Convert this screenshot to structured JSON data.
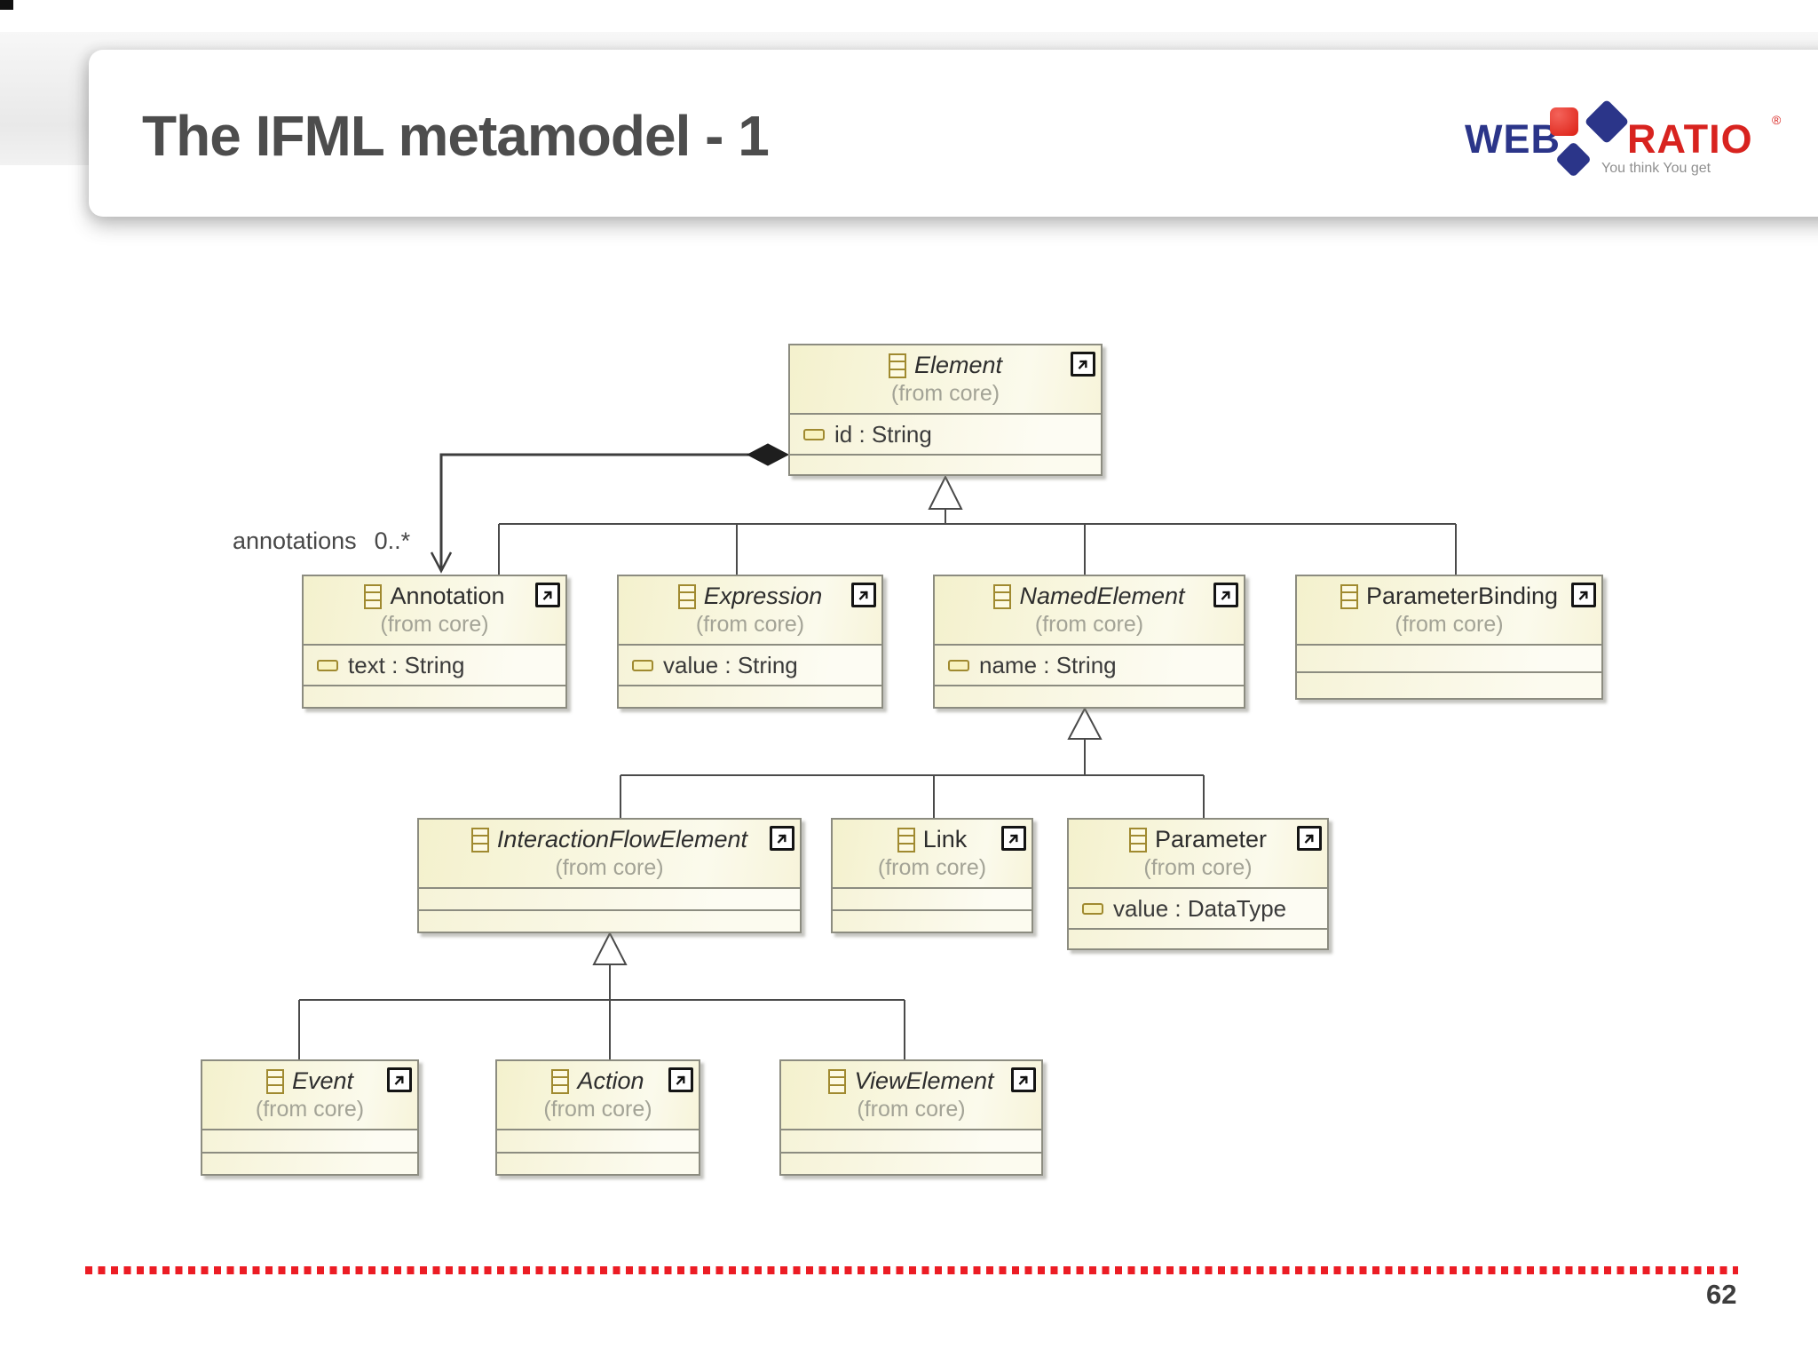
{
  "slide": {
    "title": "The IFML metamodel - 1",
    "page_number": "62"
  },
  "logo": {
    "web": "WEB",
    "ratio": "RATIO",
    "registered": "®",
    "tagline": "You think You get"
  },
  "colors": {
    "logo_navy": "#2b3589",
    "logo_red": "#d8231f",
    "dotted_line_red": "#ec1c24",
    "box_border": "#8c8c80",
    "box_fill": "#f5f2d6",
    "title_text": "#4d4d4d",
    "connector": "#4a4a4a"
  },
  "diagram": {
    "association": {
      "name": "annotations",
      "multiplicity": "0..*"
    },
    "classes": [
      {
        "id": "element",
        "name": "Element",
        "from": "(from core)",
        "abstract": true,
        "attributes": [
          "id : String"
        ]
      },
      {
        "id": "annotation",
        "name": "Annotation",
        "from": "(from core)",
        "abstract": false,
        "attributes": [
          "text : String"
        ]
      },
      {
        "id": "expression",
        "name": "Expression",
        "from": "(from core)",
        "abstract": true,
        "attributes": [
          "value : String"
        ]
      },
      {
        "id": "namedelement",
        "name": "NamedElement",
        "from": "(from core)",
        "abstract": true,
        "attributes": [
          "name : String"
        ]
      },
      {
        "id": "parameterbinding",
        "name": "ParameterBinding",
        "from": "(from core)",
        "abstract": false,
        "attributes": []
      },
      {
        "id": "interactionflowelement",
        "name": "InteractionFlowElement",
        "from": "(from core)",
        "abstract": true,
        "attributes": []
      },
      {
        "id": "link",
        "name": "Link",
        "from": "(from core)",
        "abstract": false,
        "attributes": []
      },
      {
        "id": "parameter",
        "name": "Parameter",
        "from": "(from core)",
        "abstract": false,
        "attributes": [
          "value : DataType"
        ]
      },
      {
        "id": "event",
        "name": "Event",
        "from": "(from core)",
        "abstract": true,
        "attributes": []
      },
      {
        "id": "action",
        "name": "Action",
        "from": "(from core)",
        "abstract": true,
        "attributes": []
      },
      {
        "id": "viewelement",
        "name": "ViewElement",
        "from": "(from core)",
        "abstract": true,
        "attributes": []
      }
    ]
  }
}
